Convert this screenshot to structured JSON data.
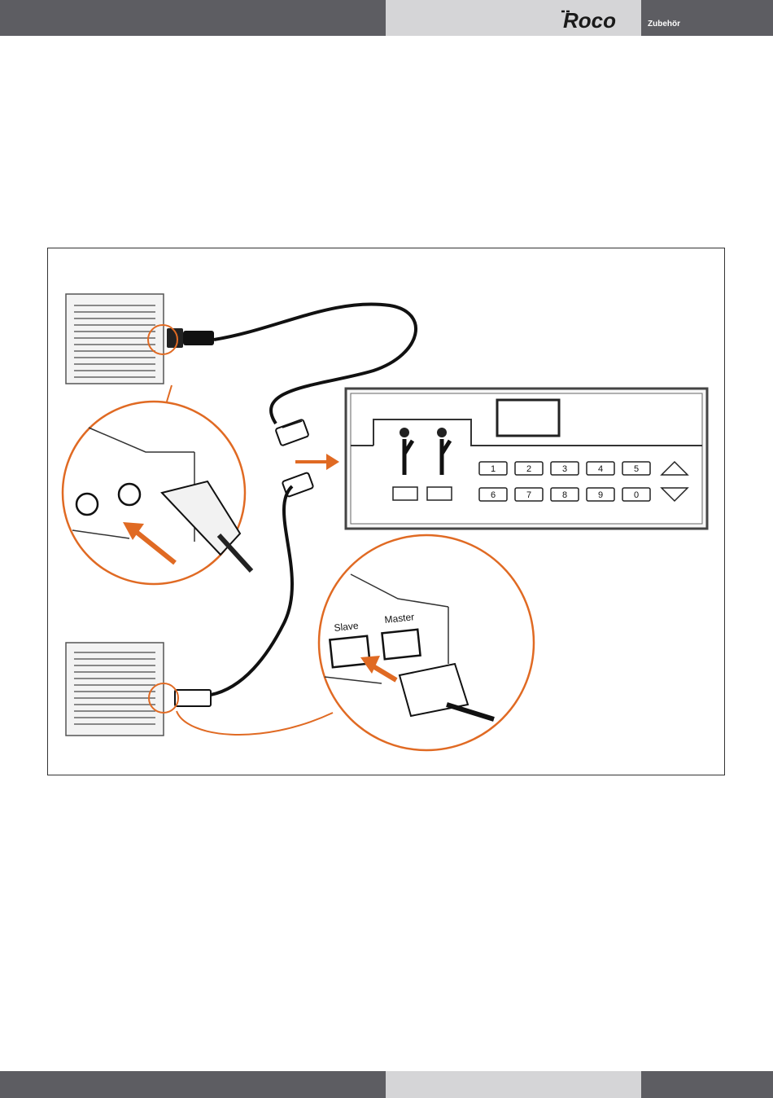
{
  "header": {
    "logo_text": "Roco",
    "section_label": "Zubehör"
  },
  "figure": {
    "port_labels": {
      "slave": "Slave",
      "master": "Master"
    },
    "keypad_keys": [
      "1",
      "2",
      "3",
      "4",
      "5",
      "6",
      "7",
      "8",
      "9",
      "0"
    ]
  },
  "colors": {
    "bar_dark": "#5d5d62",
    "bar_light": "#d5d5d7",
    "accent_orange": "#e06a23"
  }
}
